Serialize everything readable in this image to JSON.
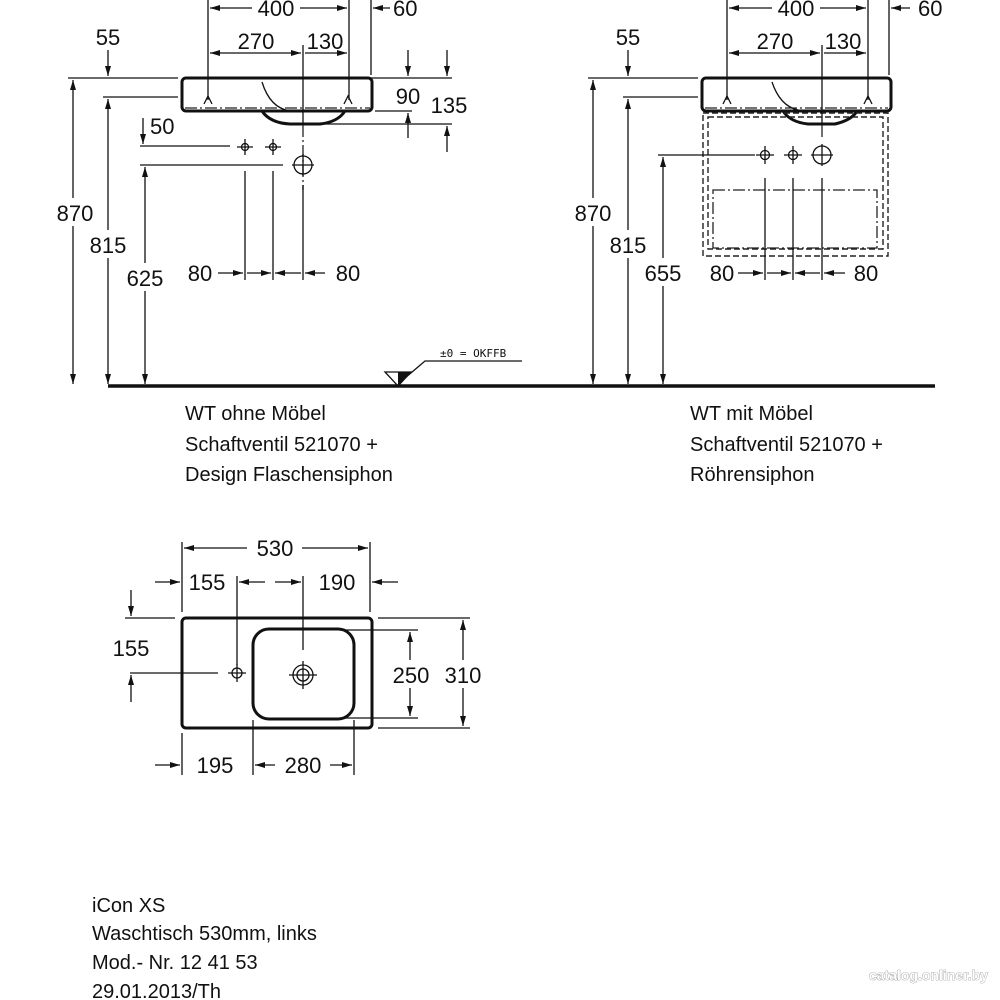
{
  "left_view": {
    "dims": {
      "w400": "400",
      "w60": "60",
      "w270": "270",
      "w130": "130",
      "h55": "55",
      "h90": "90",
      "h135": "135",
      "h50": "50",
      "h870": "870",
      "h815": "815",
      "h625": "625",
      "d80a": "80",
      "d80b": "80"
    },
    "floor_label": "±0 = OKFFB",
    "caption": [
      "WT ohne Möbel",
      "Schaftventil 521070 +",
      "Design Flaschensiphon"
    ]
  },
  "right_view": {
    "dims": {
      "w400": "400",
      "w60": "60",
      "w270": "270",
      "w130": "130",
      "h55": "55",
      "h870": "870",
      "h815": "815",
      "h655": "655",
      "d80a": "80",
      "d80b": "80"
    },
    "caption": [
      "WT mit Möbel",
      "Schaftventil 521070 +",
      "Röhrensiphon"
    ]
  },
  "plan_view": {
    "dims": {
      "w530": "530",
      "w155": "155",
      "w190": "190",
      "h155": "155",
      "h250": "250",
      "h310": "310",
      "w195": "195",
      "w280": "280"
    }
  },
  "title_block": [
    "iCon XS",
    "Waschtisch 530mm, links",
    "Mod.- Nr. 12 41 53",
    "29.01.2013/Th"
  ],
  "watermark": "catalog.onliner.by"
}
